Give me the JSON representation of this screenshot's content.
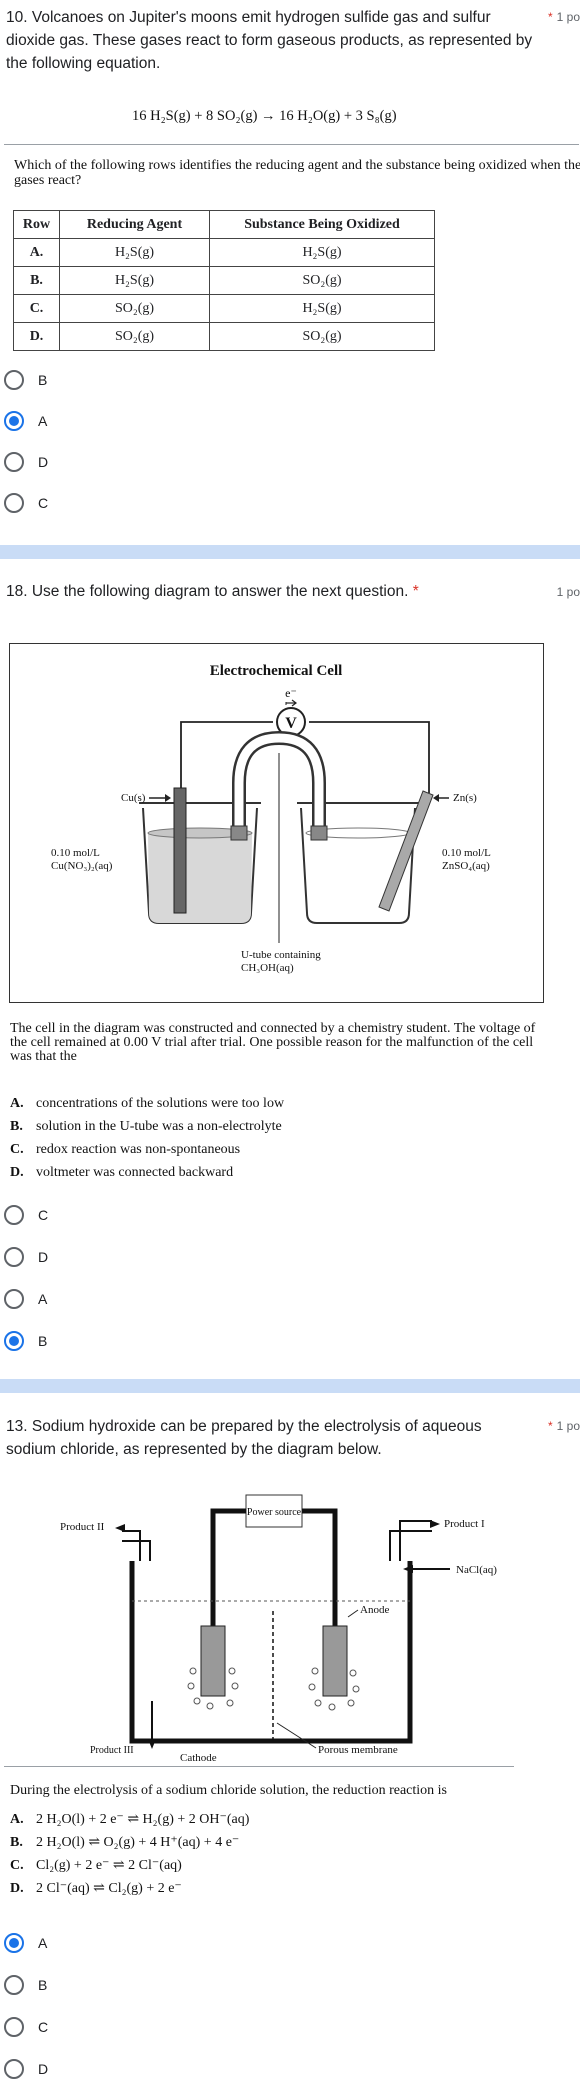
{
  "q10": {
    "prompt": "10. Volcanoes on Jupiter's moons emit hydrogen sulfide gas and sulfur dioxide gas. These gases react to form gaseous products, as represented by the following equation.",
    "required_mark": "*",
    "points": "1 po",
    "equation": "16 H₂S(g) + 8 SO₂(g) → 16 H₂O(g) + 3 S₈(g)",
    "question": "Which of the following rows identifies the reducing agent and the substance being oxidized when the gases react?",
    "table_headers": [
      "Row",
      "Reducing Agent",
      "Substance Being Oxidized"
    ],
    "table_rows": [
      [
        "A.",
        "H₂S(g)",
        "H₂S(g)"
      ],
      [
        "B.",
        "H₂S(g)",
        "SO₂(g)"
      ],
      [
        "C.",
        "SO₂(g)",
        "H₂S(g)"
      ],
      [
        "D.",
        "SO₂(g)",
        "SO₂(g)"
      ]
    ],
    "options": [
      "B",
      "A",
      "D",
      "C"
    ],
    "selected": "A"
  },
  "q18": {
    "prompt": "18. Use the following diagram to answer the next question.",
    "required_mark": "*",
    "points": "1 po",
    "diagram": {
      "title": "Electrochemical Cell",
      "electron": "e⁻",
      "voltmeter": "V",
      "left_electrode": "Cu(s)",
      "right_electrode": "Zn(s)",
      "left_solution_1": "0.10 mol/L",
      "left_solution_2": "Cu(NO₃)₂(aq)",
      "right_solution_1": "0.10 mol/L",
      "right_solution_2": "ZnSO₄(aq)",
      "utube_1": "U-tube containing",
      "utube_2": "CH₃OH(aq)"
    },
    "stem": "The cell in the diagram was constructed and connected by a chemistry student. The voltage of the cell remained at 0.00 V trial after trial. One possible reason for the malfunction of the cell was that the",
    "choices": [
      {
        "letter": "A.",
        "text": "concentrations of the solutions were too low"
      },
      {
        "letter": "B.",
        "text": "solution in the U-tube was a non-electrolyte"
      },
      {
        "letter": "C.",
        "text": "redox reaction was non-spontaneous"
      },
      {
        "letter": "D.",
        "text": "voltmeter was connected backward"
      }
    ],
    "options": [
      "C",
      "D",
      "A",
      "B"
    ],
    "selected": "B"
  },
  "q13": {
    "prompt": "13. Sodium hydroxide can be prepared by the electrolysis of aqueous sodium chloride, as represented by the diagram below.",
    "required_mark": "*",
    "points": "1 po",
    "diagram": {
      "power": "Power source",
      "product1": "Product I",
      "product2": "Product II",
      "product3": "Product III",
      "nacl": "NaCl(aq)",
      "anode": "Anode",
      "cathode": "Cathode",
      "membrane": "Porous membrane"
    },
    "stem": "During the electrolysis of a sodium chloride solution, the reduction reaction is",
    "choices": [
      {
        "letter": "A.",
        "text": "2 H₂O(l) + 2 e⁻ ⇌ H₂(g) + 2 OH⁻(aq)"
      },
      {
        "letter": "B.",
        "text": "2 H₂O(l) ⇌ O₂(g) + 4 H⁺(aq) + 4 e⁻"
      },
      {
        "letter": "C.",
        "text": "Cl₂(g) + 2 e⁻ ⇌ 2 Cl⁻(aq)"
      },
      {
        "letter": "D.",
        "text": "2 Cl⁻(aq) ⇌ Cl₂(g) + 2 e⁻"
      }
    ],
    "options": [
      "A",
      "B",
      "C",
      "D"
    ],
    "selected": "A"
  }
}
